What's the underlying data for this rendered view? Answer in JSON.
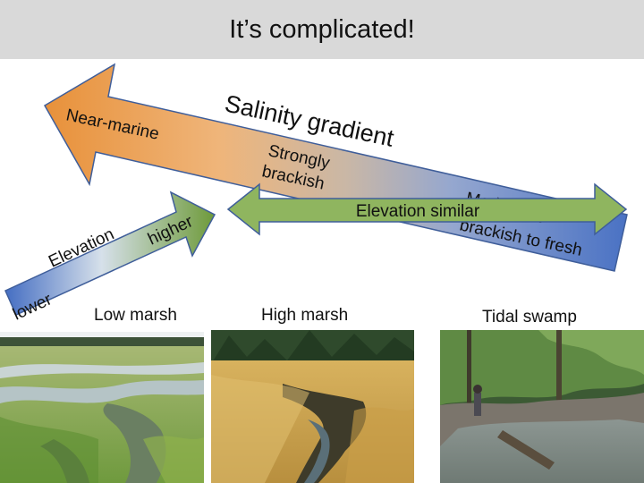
{
  "title": "It’s complicated!",
  "salinity": {
    "title": "Salinity gradient",
    "left_label": "Near-marine",
    "middle_label_1": "Strongly",
    "middle_label_2": "brackish",
    "right_label_1": "Moderately",
    "right_label_2": "brackish to fresh",
    "color_start": "#e8913a",
    "color_end": "#4a72c4"
  },
  "elevation": {
    "title": "Elevation",
    "low_label": "lower",
    "high_label": "higher",
    "color_start": "#4a72c4",
    "color_end": "#6e9a3a"
  },
  "elevation_similar": {
    "label": "Elevation similar",
    "color": "#8fb55f"
  },
  "photos": [
    {
      "caption": "Low marsh"
    },
    {
      "caption": "High marsh"
    },
    {
      "caption": "Tidal swamp"
    }
  ]
}
